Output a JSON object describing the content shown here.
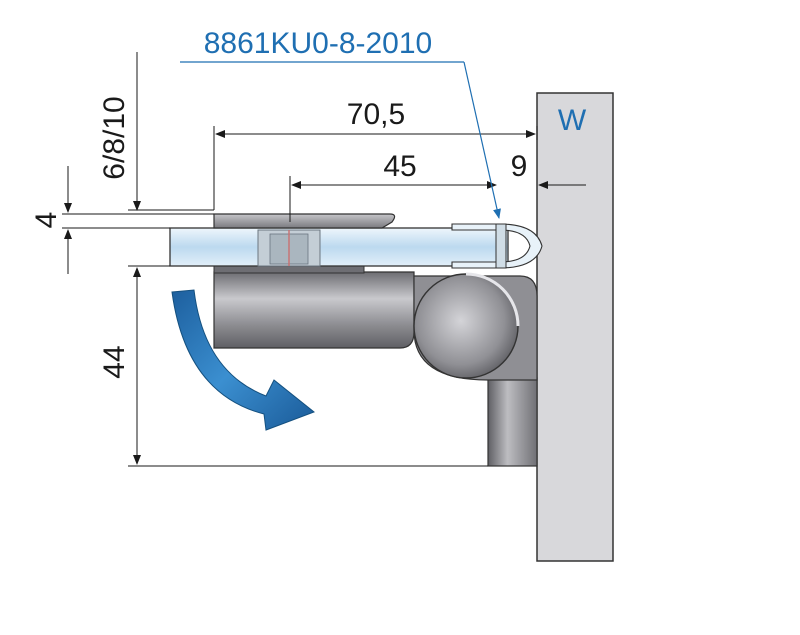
{
  "part_number": "8861KU0-8-2010",
  "wall_label": "W",
  "dimensions": {
    "overall_depth": "70,5",
    "screw_offset": "45",
    "wall_gap": "9",
    "glass_thickness": "6/8/10",
    "clamp_plate": "4",
    "body_height": "44"
  },
  "colors": {
    "part_number": "#1f6fb2",
    "wall_label": "#1f6fb2",
    "arrow": "#1f6fb2",
    "wall_fill": "#d8d8db",
    "glass": "#cfe4f4",
    "metal": "#9a9a9e"
  }
}
